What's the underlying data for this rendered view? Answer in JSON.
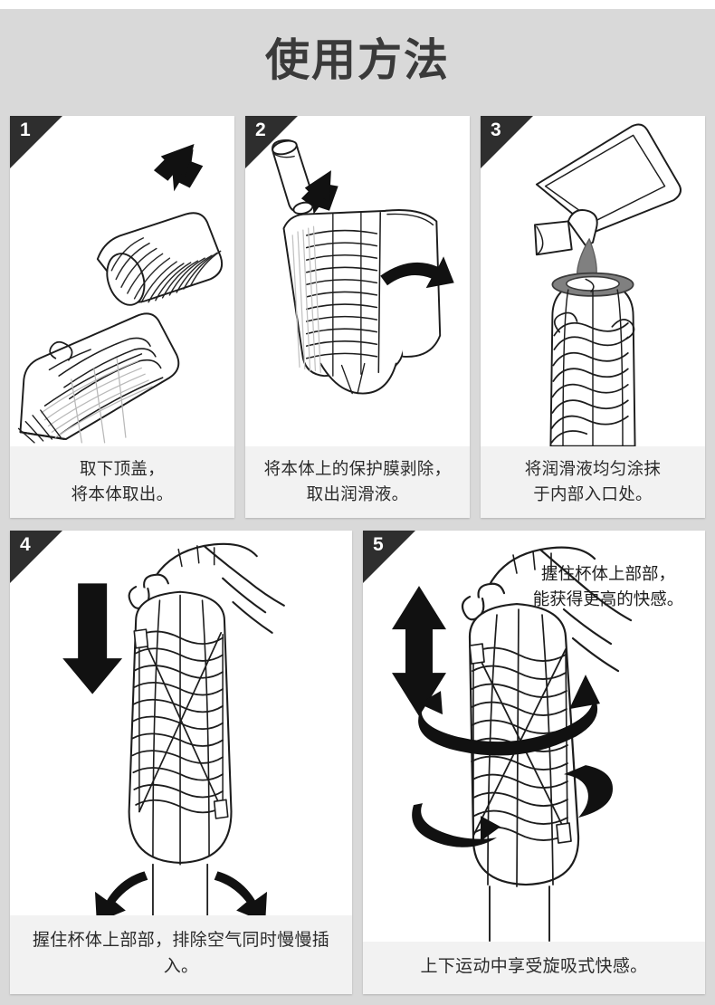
{
  "header": {
    "title": "使用方法"
  },
  "colors": {
    "page_background": "#d9d9d9",
    "panel_background": "#ffffff",
    "caption_background": "#f2f2f2",
    "badge_background": "#2e2e2e",
    "badge_text": "#ffffff",
    "title_text": "#3a3a3a",
    "ink": "#1d1d1d",
    "accent_gray": "#808080"
  },
  "steps": [
    {
      "number": "1",
      "caption_lines": [
        "取下顶盖，",
        "将本体取出。"
      ],
      "illustration": "cap-removal-diagram"
    },
    {
      "number": "2",
      "caption_lines": [
        "将本体上的保护膜剥除，",
        "取出润滑液。"
      ],
      "illustration": "film-peel-diagram"
    },
    {
      "number": "3",
      "caption_lines": [
        "将润滑液均匀涂抹",
        "于内部入口处。"
      ],
      "illustration": "lubricant-apply-diagram"
    },
    {
      "number": "4",
      "caption_lines": [
        "握住杯体上部部，排除空气同时慢慢插入。"
      ],
      "illustration": "insert-diagram"
    },
    {
      "number": "5",
      "caption_lines": [
        "上下运动中享受旋吸式快感。"
      ],
      "annotation_lines": [
        "握住杯体上部部，",
        "能获得更高的快感。"
      ],
      "illustration": "stroke-rotate-diagram"
    }
  ]
}
